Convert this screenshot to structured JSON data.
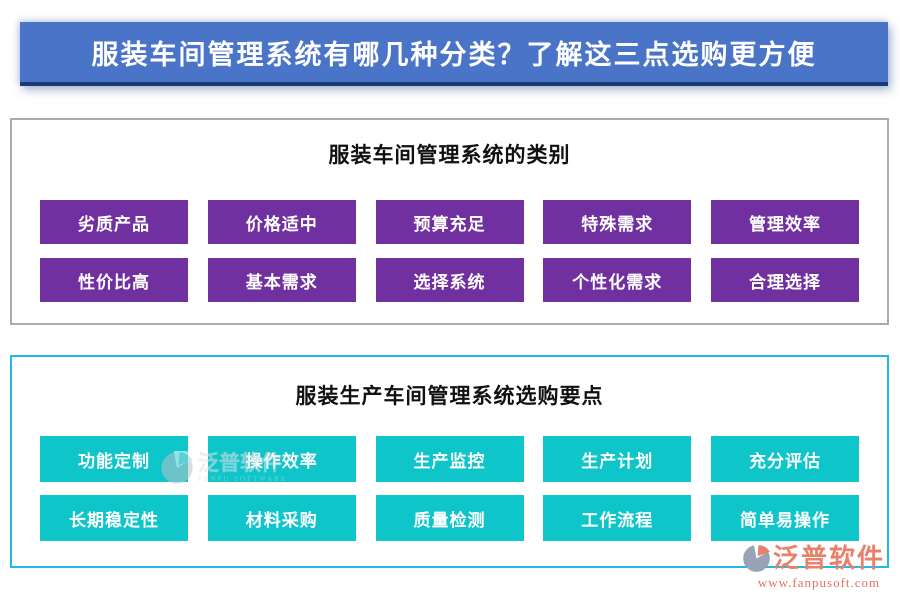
{
  "header": {
    "title": "服装车间管理系统有哪几种分类？了解这三点选购更方便"
  },
  "sections": [
    {
      "title": "服装车间管理系统的类别",
      "rows": [
        [
          "劣质产品",
          "价格适中",
          "预算充足",
          "特殊需求",
          "管理效率"
        ],
        [
          "性价比高",
          "基本需求",
          "选择系统",
          "个性化需求",
          "合理选择"
        ]
      ]
    },
    {
      "title": "服装生产车间管理系统选购要点",
      "rows": [
        [
          "功能定制",
          "操作效率",
          "生产监控",
          "生产计划",
          "充分评估"
        ],
        [
          "长期稳定性",
          "材料采购",
          "质量检测",
          "工作流程",
          "简单易操作"
        ]
      ]
    }
  ],
  "watermark": {
    "name": "泛普软件",
    "subtext": "FANPU SOFTWARE"
  },
  "logo": {
    "name": "泛普软件",
    "url": "www.fanpusoft.com"
  },
  "colors": {
    "header-bg": "#4A74C8",
    "header-edge": "#1C3B72",
    "purple": "#7030A0",
    "teal": "#0EC5C9",
    "section1-border": "#ABABAB",
    "section2-border": "#1FB9E9",
    "logo-coral": "#E8806B",
    "logo-gray": "#9AA3B5"
  }
}
